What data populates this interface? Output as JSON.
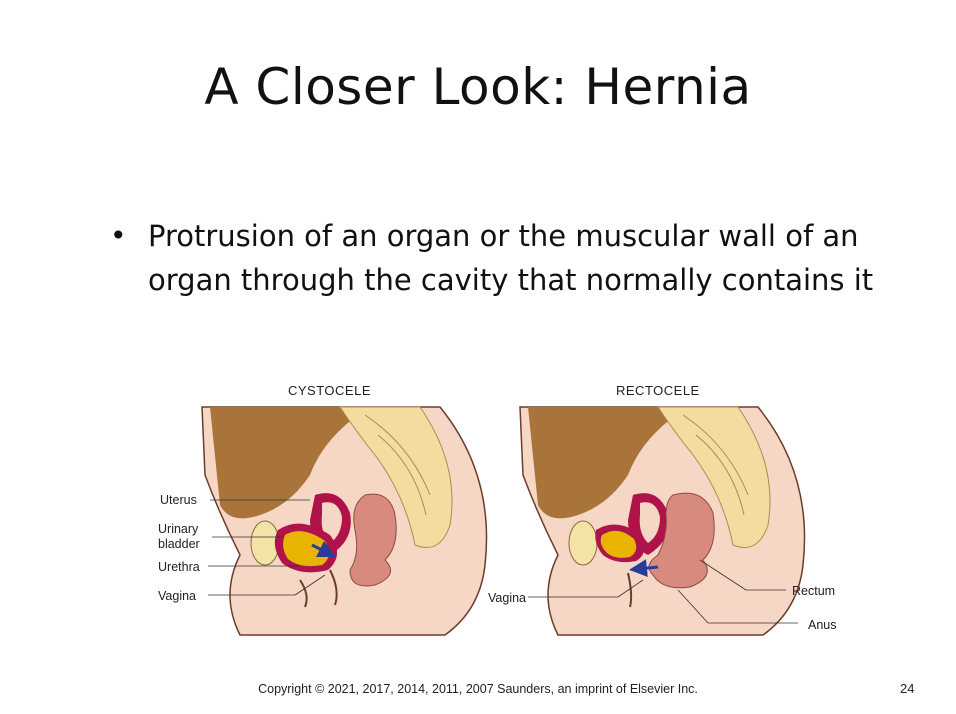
{
  "slide": {
    "title": "A Closer Look: Hernia",
    "bullet": "Protrusion of an organ or the muscular wall of an organ through the cavity that normally contains it",
    "footer": "Copyright ©  2021, 2017, 2014, 2011, 2007 Saunders, an imprint of Elsevier Inc.",
    "page_number": "24"
  },
  "figure": {
    "left_caption": "CYSTOCELE",
    "right_caption": "RECTOCELE",
    "left_labels": {
      "uterus": "Uterus",
      "bladder_1": "Urinary",
      "bladder_2": "bladder",
      "urethra": "Urethra",
      "vagina": "Vagina"
    },
    "right_labels": {
      "vagina": "Vagina",
      "rectum": "Rectum",
      "anus": "Anus"
    },
    "colors": {
      "skin": "#f3c9b0",
      "cavity": "#a9743a",
      "bone": "#f4dba0",
      "uterus": "#b0124a",
      "bladder": "#e8b400",
      "rectum": "#d98a7e",
      "arrow": "#2a3c9a"
    }
  }
}
